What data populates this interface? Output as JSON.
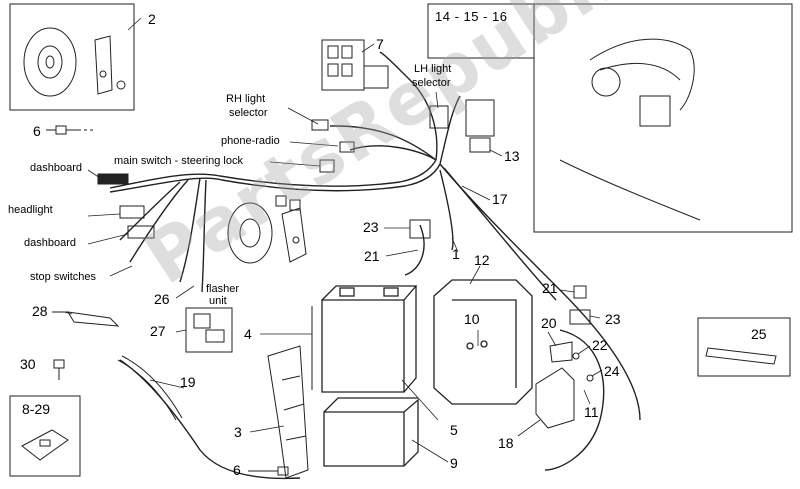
{
  "watermark": "PartsRepublik",
  "callouts": {
    "c2": "2",
    "c6a": "6",
    "c7": "7",
    "c12": "12",
    "c13": "13",
    "c17": "17",
    "c23a": "23",
    "c21a": "21",
    "c1": "1",
    "c26": "26",
    "c28": "28",
    "c27": "27",
    "c4": "4",
    "c30": "30",
    "c19": "19",
    "c3": "3",
    "c6b": "6",
    "c5": "5",
    "c9": "9",
    "c10": "10",
    "c21b": "21",
    "c20": "20",
    "c23b": "23",
    "c22": "22",
    "c24": "24",
    "c11": "11",
    "c18": "18",
    "c25": "25"
  },
  "box_labels": {
    "top_right": "14 - 15 - 16",
    "bottom_left": "8-29"
  },
  "wire_labels": {
    "rh_light_1": "RH light",
    "rh_light_2": "selector",
    "lh_light_1": "LH light",
    "lh_light_2": "selector",
    "phone_radio": "phone-radio",
    "main_switch": "main switch - steering lock",
    "dashboard_top": "dashboard",
    "headlight": "headlight",
    "dashboard_mid": "dashboard",
    "stop_switches": "stop switches",
    "flasher_1": "flasher",
    "flasher_2": "unit"
  }
}
